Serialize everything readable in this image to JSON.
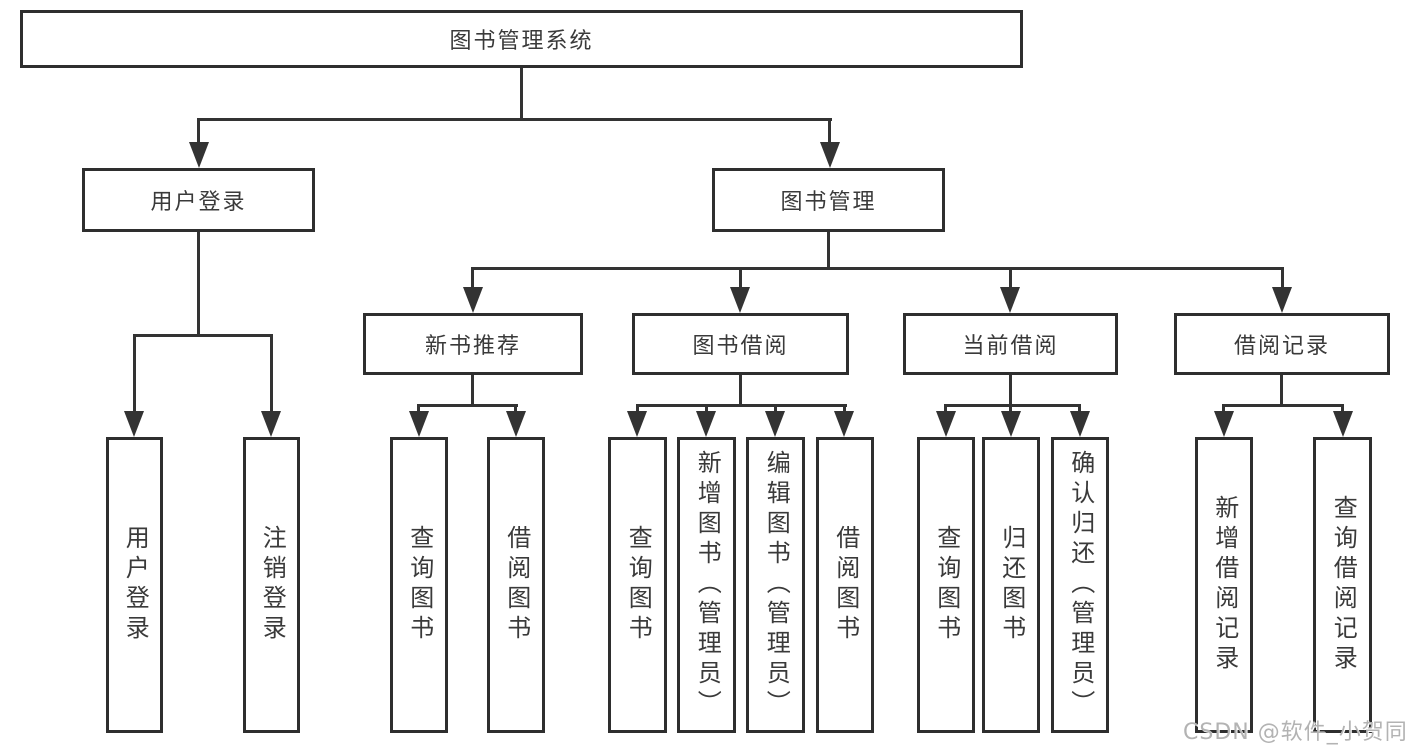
{
  "diagram": {
    "root_label": "图书管理系统",
    "level2": [
      {
        "label": "用户登录",
        "children": [
          "用户登录",
          "注销登录"
        ]
      },
      {
        "label": "图书管理",
        "children": [
          {
            "label": "新书推荐",
            "children": [
              "查询图书",
              "借阅图书"
            ]
          },
          {
            "label": "图书借阅",
            "children": [
              "查询图书",
              "新增图书（管理员）",
              "编辑图书（管理员）",
              "借阅图书"
            ]
          },
          {
            "label": "当前借阅",
            "children": [
              "查询图书",
              "归还图书",
              "确认归还（管理员）"
            ]
          },
          {
            "label": "借阅记录",
            "children": [
              "新增借阅记录",
              "查询借阅记录"
            ]
          }
        ]
      }
    ]
  },
  "watermark": {
    "text": "CSDN @软件_小贺同学"
  },
  "colors": {
    "line": "#333333",
    "box_border": "#2e2e2e",
    "text": "#3a3a3a",
    "watermark": "#b3b3b3",
    "background": "#ffffff"
  }
}
